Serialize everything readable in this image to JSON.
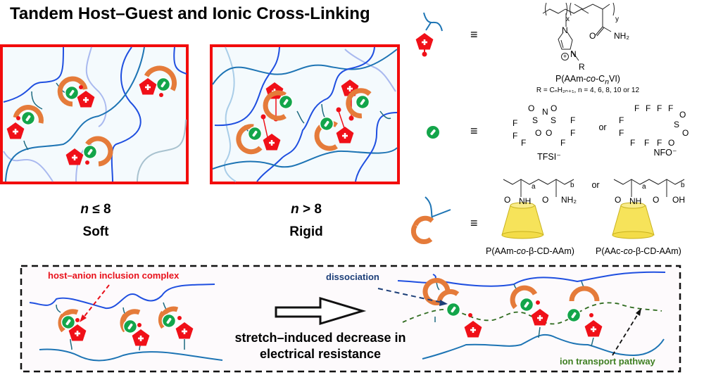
{
  "title": "Tandem Host–Guest and Ionic Cross-Linking",
  "panels": [
    {
      "condition_var": "n",
      "condition_rest": " ≤ 8",
      "label": "Soft"
    },
    {
      "condition_var": "n",
      "condition_rest": " > 8",
      "label": "Rigid"
    }
  ],
  "legend": {
    "equiv_symbol": "≡",
    "or_label": "or",
    "cation_polymer": {
      "icon": "red-pentagon-cation-icon",
      "name_prefix": "P(AAm-",
      "name_co": "co",
      "name_mid": "-C",
      "name_sub": "n",
      "name_suffix": "VI)",
      "r_definition": "R = CₙH₂ₙ₊₁, n = 4, 6, 8, 10 or 12",
      "subscript_x": "x",
      "subscript_y": "y",
      "atoms": {
        "N": "N",
        "O": "O",
        "NH2": "NH₂",
        "R": "R",
        "plus": "+"
      }
    },
    "anion": {
      "icon": "green-circle-anion-icon",
      "options": [
        {
          "name": "TFSI⁻"
        },
        {
          "name": "NFO⁻"
        }
      ],
      "atoms": {
        "F": "F",
        "S": "S",
        "O": "O",
        "N": "N",
        "minus": "−"
      }
    },
    "host_polymer": {
      "icon": "orange-arc-host-icon",
      "options": [
        {
          "prefix": "P(AAm-",
          "co": "co",
          "suffix": "-β-CD-AAm)",
          "end_group": "NH₂"
        },
        {
          "prefix": "P(AAc-",
          "co": "co",
          "suffix": "-β-CD-AAm)",
          "end_group": "OH"
        }
      ],
      "subscript_a": "a",
      "subscript_b": "b",
      "atoms": {
        "O": "O",
        "NH": "NH"
      }
    }
  },
  "bottom_panel": {
    "host_anion_label": "host–anion inclusion complex",
    "arrow_text_line1": "stretch–induced decrease in",
    "arrow_text_line2": "electrical resistance",
    "dissociation_label": "dissociation",
    "pathway_label": "ion transport pathway"
  },
  "colors": {
    "frame_red": "#f20c0c",
    "cation_red": "#f01018",
    "anion_green": "#13a54a",
    "host_orange": "#e57b3a",
    "chain_blue": "#1f4fe0",
    "chain_teal": "#1d74b4",
    "chain_light": "#a9b9ef",
    "chain_grey": "#a8c2cf",
    "panel_bg": "#f4fafd",
    "bottom_bg": "#fdfafc",
    "label_red": "#e8101a",
    "label_blue": "#1c3e78",
    "label_green": "#3f7f22",
    "cd_yellow": "#f6e35a"
  }
}
